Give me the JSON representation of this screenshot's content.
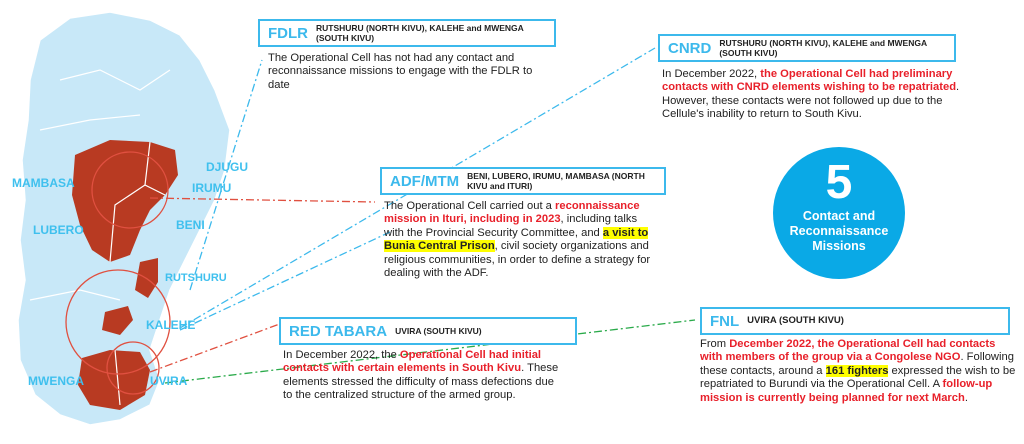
{
  "colors": {
    "accent": "#3cb9ec",
    "highlight": "#e8202a",
    "circle": "#0aa9e6",
    "map_land": "#c8e8f8",
    "map_red": "#b83a22"
  },
  "map_labels": {
    "mambasa": "MAMBASA",
    "irumu": "IRUMU",
    "djugu": "DJUGU",
    "lubero": "LUBERO",
    "beni": "BENI",
    "rutshuru": "RUTSHURU",
    "kalehe": "KALEHE",
    "mwenga": "MWENGA",
    "uvira": "UVIRA"
  },
  "summary": {
    "number": "5",
    "label": "Contact and Reconnaissance Missions"
  },
  "groups": {
    "fdlr": {
      "code": "FDLR",
      "location": "RUTSHURU (NORTH KIVU), KALEHE and MWENGA (SOUTH KIVU)",
      "text": [
        "The Operational Cell has not had any contact and reconnaissance missions to engage with the FDLR to date"
      ]
    },
    "cnrd": {
      "code": "CNRD",
      "location": "RUTSHURU (NORTH KIVU), KALEHE and MWENGA (SOUTH KIVU)",
      "text": [
        "In December 2022, ",
        "the Operational Cell  had preliminary contacts with CNRD elements wishing to be repatriated",
        ". However, these contacts were not followed up due to the Cellule's inability to return to South Kivu."
      ]
    },
    "adf": {
      "code": "ADF/MTM",
      "location": "BENI, LUBERO, IRUMU, MAMBASA (NORTH KIVU and ITURI)",
      "text": [
        "The Operational Cell  carried out a ",
        "reconnaissance mission in Ituri, including in 2023",
        ", including talks with the Provincial Security Committee, and ",
        "a visit to Bunia Central Prison",
        ", civil society organizations and religious communities, in order to define a strategy for dealing with the ADF."
      ]
    },
    "redtabara": {
      "code": "RED TABARA",
      "location": "UVIRA (SOUTH KIVU)",
      "text": [
        "In December 2022, the ",
        "Operational Cell had initial contacts with certain elements in South Kivu",
        ". These elements stressed the difficulty of mass defections due to the centralized structure of the armed group."
      ]
    },
    "fnl": {
      "code": "FNL",
      "location": "UVIRA (SOUTH KIVU)",
      "text": [
        "From ",
        "December 2022, the Operational Cell had contacts with members of the group via a Congolese NGO",
        ". Following these contacts, around a ",
        "161 fighters",
        " expressed the wish to be repatriated to Burundi via the Operational Cell.  A ",
        "follow-up mission is currently being planned for next March",
        "."
      ]
    }
  }
}
